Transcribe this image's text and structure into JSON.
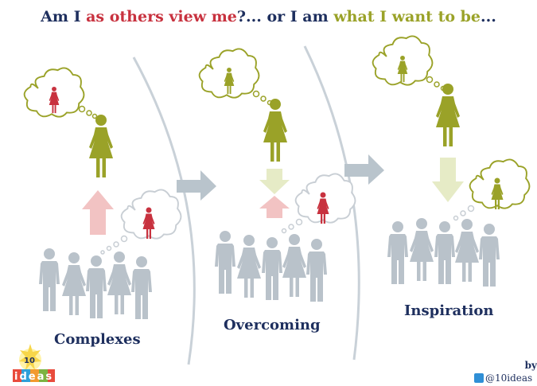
{
  "title": {
    "part1": "Am I ",
    "part2": "as others view me",
    "part3": "?... or I am ",
    "part4": "what I want to be",
    "part5": "..."
  },
  "stages": [
    {
      "label": "Complexes"
    },
    {
      "label": "Overcoming"
    },
    {
      "label": "Inspiration"
    }
  ],
  "footer": {
    "by": "by",
    "handle": "@10ideas",
    "logo_number": "10",
    "logo_word": "ideas"
  },
  "colors": {
    "navy": "#1e2f5e",
    "red": "#c8323f",
    "olive": "#9aa228",
    "gray_figure": "#b9c2ca",
    "arrow_gray": "#b9c4cc",
    "pink_arrow": "#f2c3c3",
    "pale_arrow": "#e6ebc6"
  },
  "icons": [
    "female-figure-icon",
    "thought-bubble-icon",
    "crowd-icon",
    "arrow-right-icon",
    "twitter-icon",
    "ideas-logo-icon"
  ]
}
